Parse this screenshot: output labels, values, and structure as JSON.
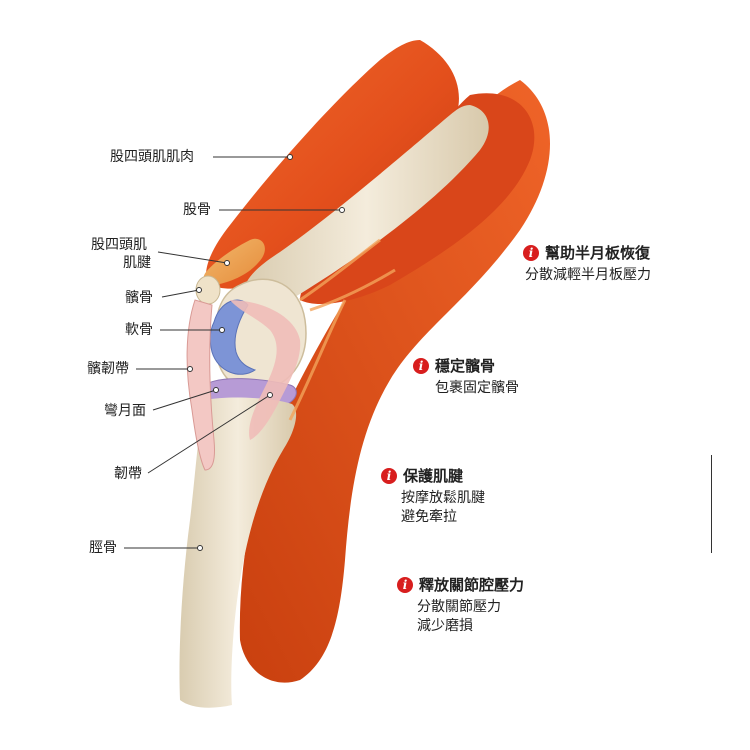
{
  "labels": {
    "quad_muscle": "股四頭肌肌肉",
    "femur": "股骨",
    "quad_tendon_1": "股四頭肌",
    "quad_tendon_2": "肌腱",
    "patella": "髕骨",
    "cartilage": "軟骨",
    "patellar_ligament": "髕韌帶",
    "meniscus": "彎月面",
    "ligament": "韌帶",
    "tibia": "脛骨"
  },
  "benefits": [
    {
      "icon": "info-icon",
      "badge": "i",
      "title": "幫助半月板恢復",
      "lines": [
        "分散減輕半月板壓力"
      ]
    },
    {
      "icon": "info-icon",
      "badge": "i",
      "title": "穩定髕骨",
      "lines": [
        "包裹固定髕骨"
      ]
    },
    {
      "icon": "info-icon",
      "badge": "i",
      "title": "保護肌腱",
      "lines": [
        "按摩放鬆肌腱",
        "避免牽拉"
      ]
    },
    {
      "icon": "info-icon",
      "badge": "i",
      "title": "釋放關節腔壓力",
      "lines": [
        "分散關節壓力",
        "減少磨損"
      ]
    }
  ],
  "colors": {
    "muscle": "#e8531f",
    "muscle_dark": "#c63a12",
    "bone": "#efe4cf",
    "cartilage": "#7d94d6",
    "meniscus": "#b79bd6",
    "ligament": "#f3c8c4",
    "badge": "#d81e1e"
  }
}
